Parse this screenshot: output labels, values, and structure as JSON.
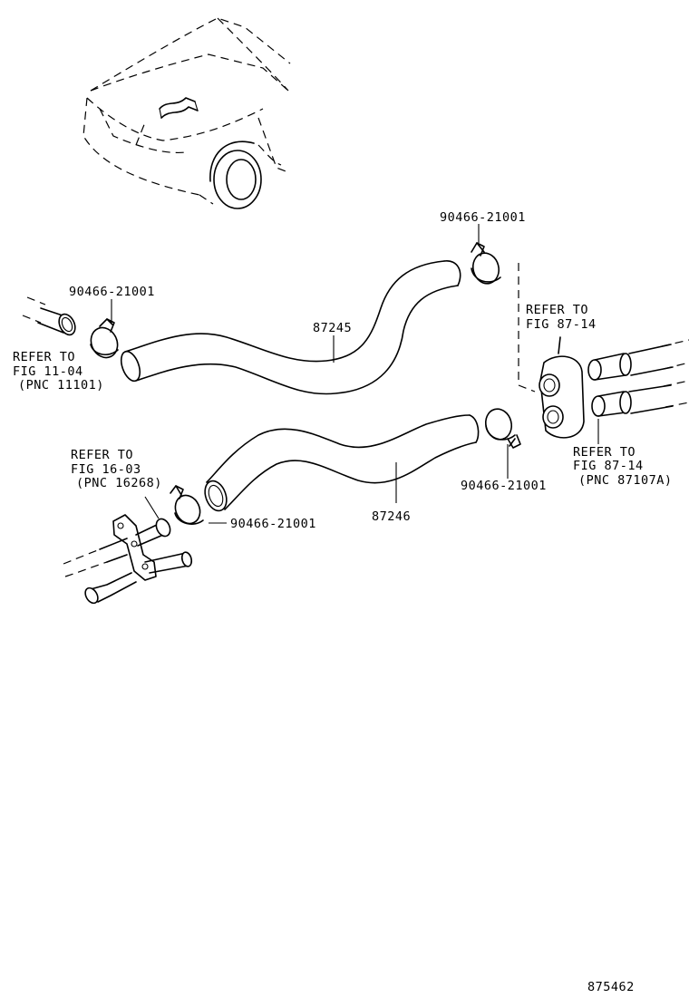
{
  "labels": {
    "clamp_top": "90466-21001",
    "clamp_left": "90466-21001",
    "clamp_lower_left": "90466-21001",
    "clamp_lower_right": "90466-21001",
    "hose_upper": "87245",
    "hose_lower": "87246",
    "diagram_number": "875462"
  },
  "refer_left": [
    "REFER TO",
    "FIG 11-04",
    "(PNC 11101)"
  ],
  "refer_mid_left": [
    "REFER TO",
    "FIG 16-03",
    "(PNC 16268)"
  ],
  "refer_grommet": [
    "REFER TO",
    "FIG 87-14"
  ],
  "refer_pipes": [
    "REFER TO",
    "FIG 87-14",
    "(PNC 87107A)"
  ]
}
